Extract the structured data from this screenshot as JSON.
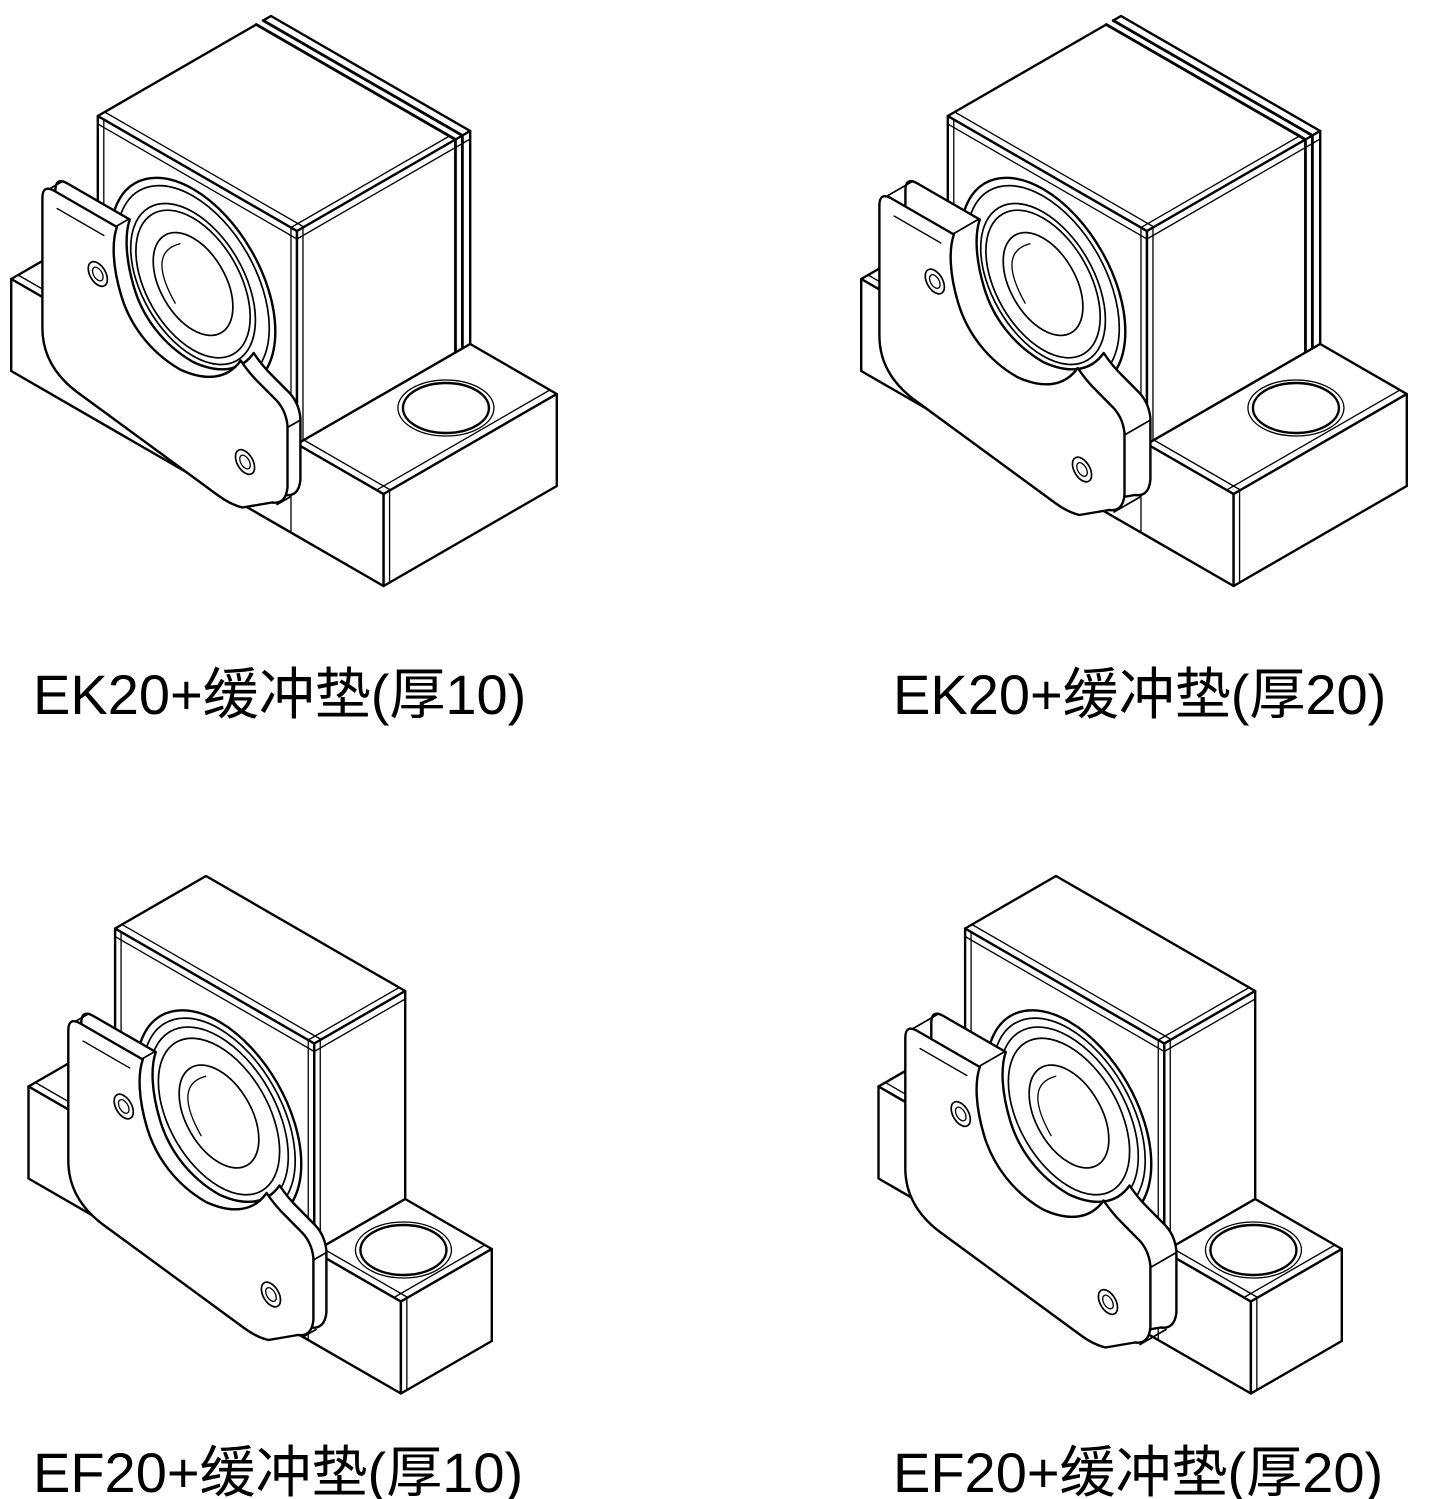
{
  "page": {
    "background": "#ffffff",
    "line_color": "#000000"
  },
  "figures": [
    {
      "id": "ek20-pad10",
      "caption": "EK20+缓冲垫(厚10)"
    },
    {
      "id": "ek20-pad20",
      "caption": "EK20+缓冲垫(厚20)"
    },
    {
      "id": "ef20-pad10",
      "caption": "EF20+缓冲垫(厚10)"
    },
    {
      "id": "ef20-pad20",
      "caption": "EF20+缓冲垫(厚20)"
    }
  ]
}
